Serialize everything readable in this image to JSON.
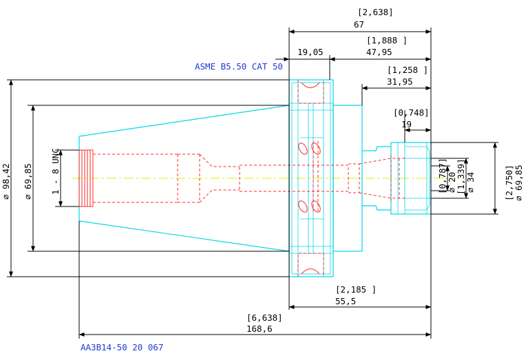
{
  "title_spec": "ASME B5.50 CAT 50",
  "part_number": "AA3B14-50 20 067",
  "thread_label": "1 - 8 UNC",
  "dims": {
    "total_len_in": "[2,638]",
    "total_len_mm": "67",
    "flange_w_mm": "19,05",
    "d1_in": "[1,888 ]",
    "d1_mm": "47,95",
    "d2_in": "[1,258 ]",
    "d2_mm": "31,95",
    "d3_in": "[0,748]",
    "d3_mm": "19",
    "d4_in": "[2,185 ]",
    "d4_mm": "55,5",
    "d5_in": "[6,638]",
    "d5_mm": "168,6",
    "dia_flange": "⌀ 98,42",
    "dia_gauge": "⌀ 69,85",
    "dia_r1_in": "[0,787]",
    "dia_r1_mm": "⌀ 20",
    "dia_r2_in": "[1,339]",
    "dia_r2_mm": "⌀ 34",
    "dia_r3_in": "[2,750]",
    "dia_r3_mm": "⌀ 69,85"
  },
  "colors": {
    "outline": "#00d7e8",
    "hidden": "#ff2a2a",
    "centerline": "#e8e800",
    "dimension": "#000000",
    "spec_text": "#1f3bd6"
  }
}
